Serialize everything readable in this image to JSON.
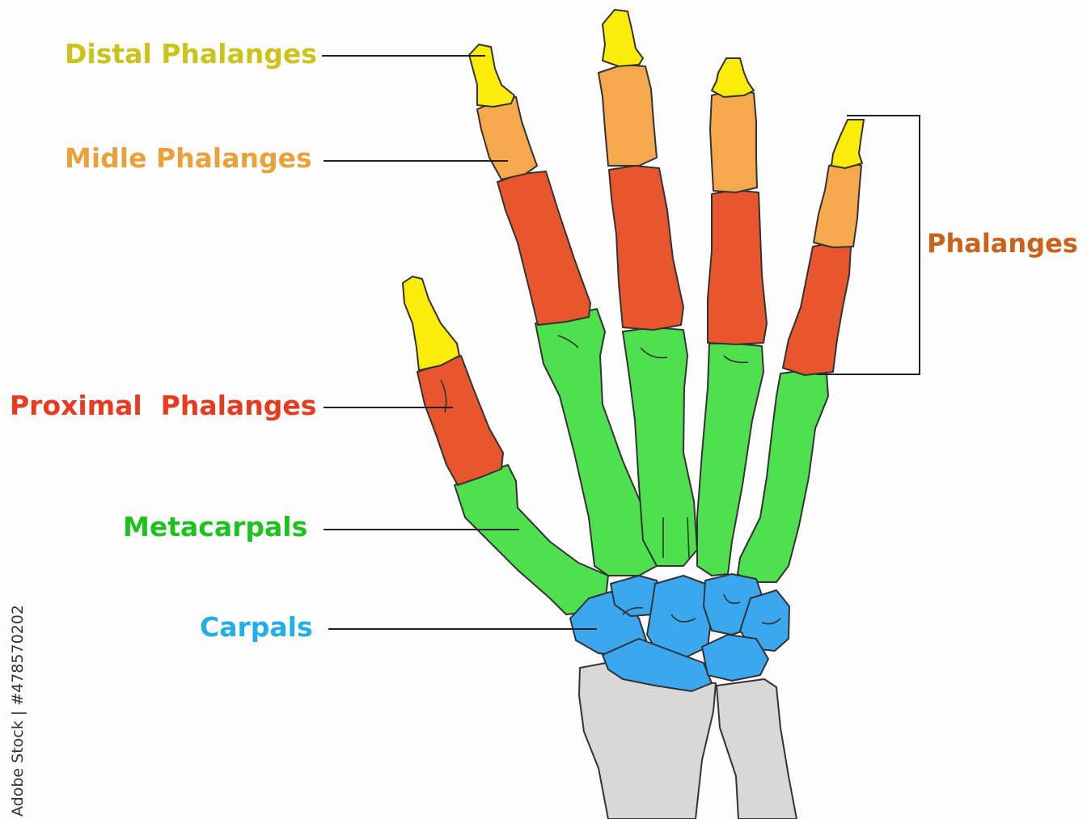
{
  "labels": {
    "distal": "Distal Phalanges",
    "middle": "Midle Phalanges",
    "proximal": "Proximal  Phalanges",
    "metacarpals": "Metacarpals",
    "carpals": "Carpals",
    "phalanges": "Phalanges"
  },
  "credit": "Adobe Stock | #478570202",
  "colors": {
    "distal": "#fbec0a",
    "middle": "#f5a84c",
    "proximal": "#e8562e",
    "metacarpal": "#4fe04f",
    "carpal": "#3aa7ee",
    "forearm": "#d8d8d8",
    "label_distal": "#c9c31a",
    "label_middle": "#e9a13a",
    "label_proximal": "#e83b1e",
    "label_metacarpals": "#1ec21e",
    "label_carpals": "#22aee8",
    "label_phalanges": "#c9621a"
  }
}
